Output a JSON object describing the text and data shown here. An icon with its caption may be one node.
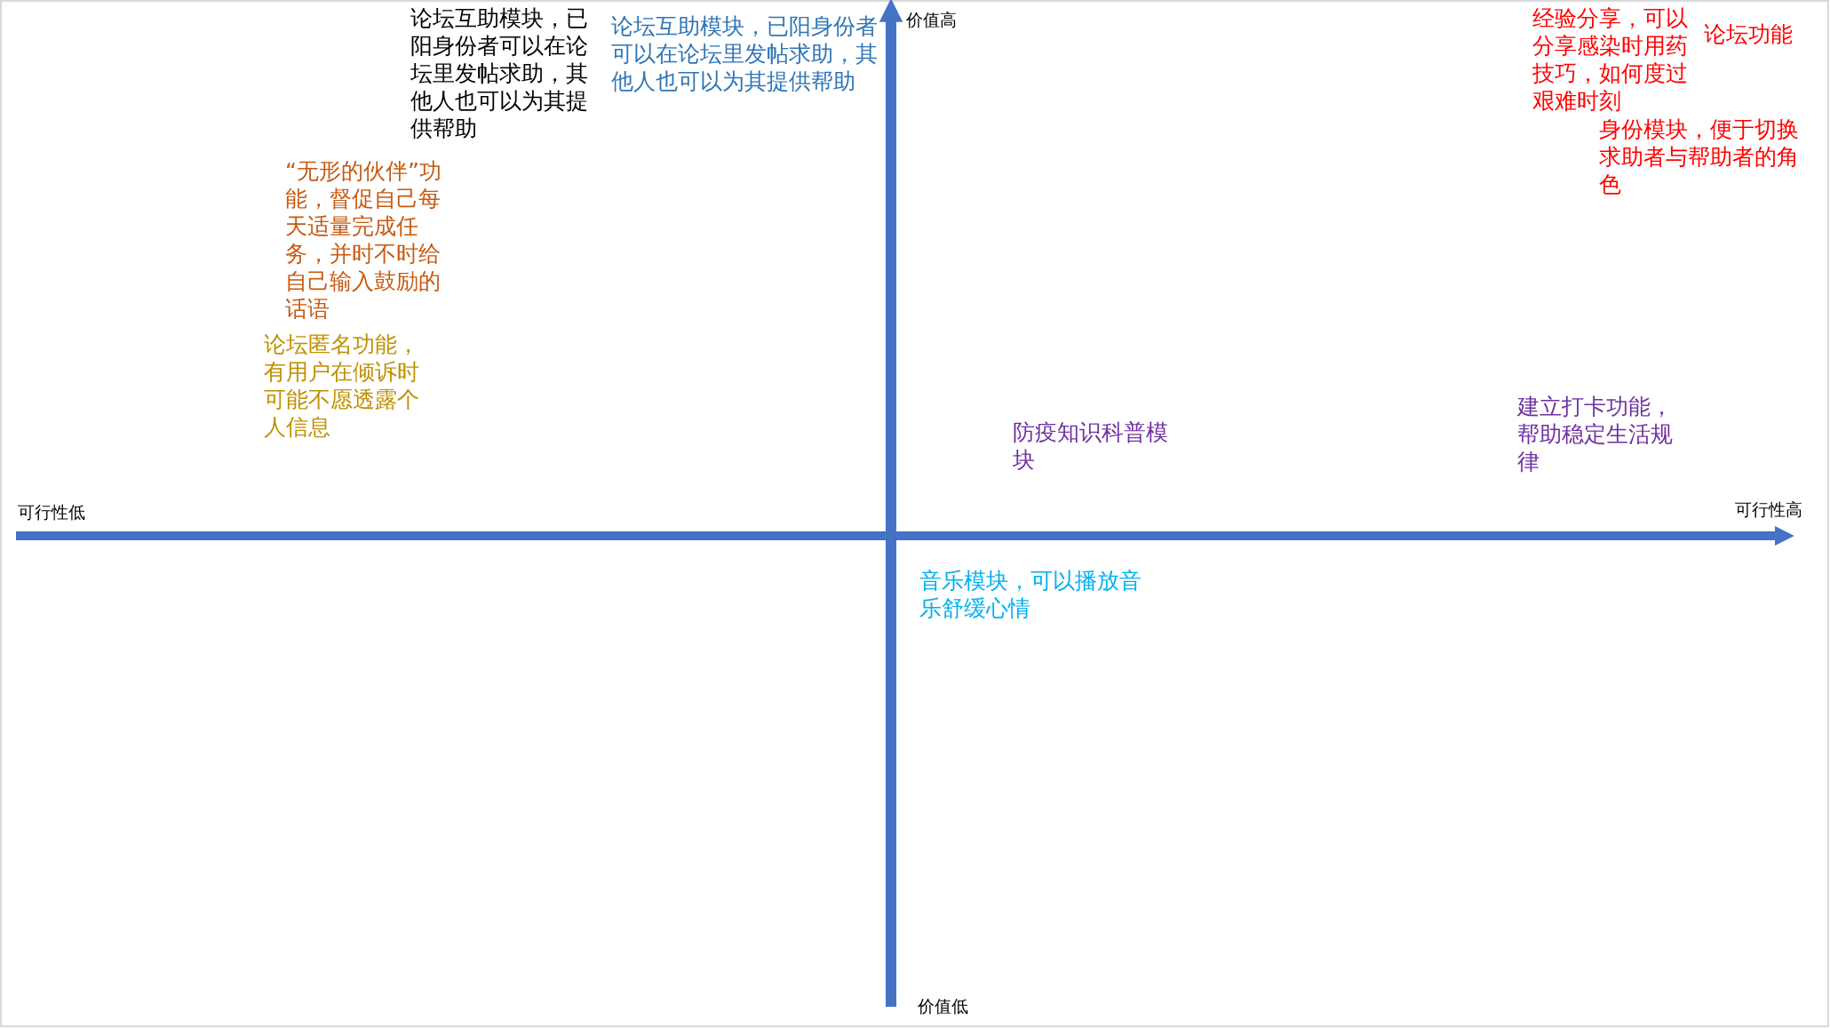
{
  "diagram": {
    "labels": [
      "论坛互助模块，已阳身份者可以在论坛里发帖求助，其他人也可以为其提供帮助",
      "论坛互助模块，已阳身份者可以在论坛里发帖求助，其他人也可以为其提供帮助",
      "价值高",
      "经验分享，可以分享感染时用药技巧，如何度过艰难时刻",
      "论坛功能",
      "身份模块，便于切换求助者与帮助者的角色",
      "“无形的伙伴”功能，督促自己每天适量完成任务，并时不时给自己输入鼓励的话语",
      "论坛匿名功能，有用户在倾诉时可能不愿透露个人信息",
      "防疫知识科普模块",
      "建立打卡功能，帮助稳定生活规律",
      "可行性低",
      "可行性高",
      "音乐模块，可以播放音乐舒缓心情",
      "价值低"
    ]
  }
}
